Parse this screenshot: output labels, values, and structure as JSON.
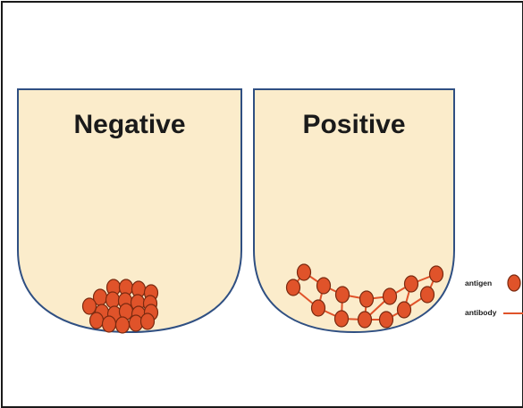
{
  "wells": [
    {
      "id": "negative",
      "title": "Negative"
    },
    {
      "id": "positive",
      "title": "Positive"
    }
  ],
  "legend": {
    "antigen_label": "antigen",
    "antibody_label": "antibody"
  },
  "colors": {
    "well_fill": "#fbeccb",
    "well_outline": "#2f4f82",
    "antigen_fill": "#e0532a",
    "antigen_outline": "#7a2a10",
    "antibody_line": "#e0532a",
    "text": "#1a1a1a",
    "frame_border": "#1a1a1a"
  }
}
